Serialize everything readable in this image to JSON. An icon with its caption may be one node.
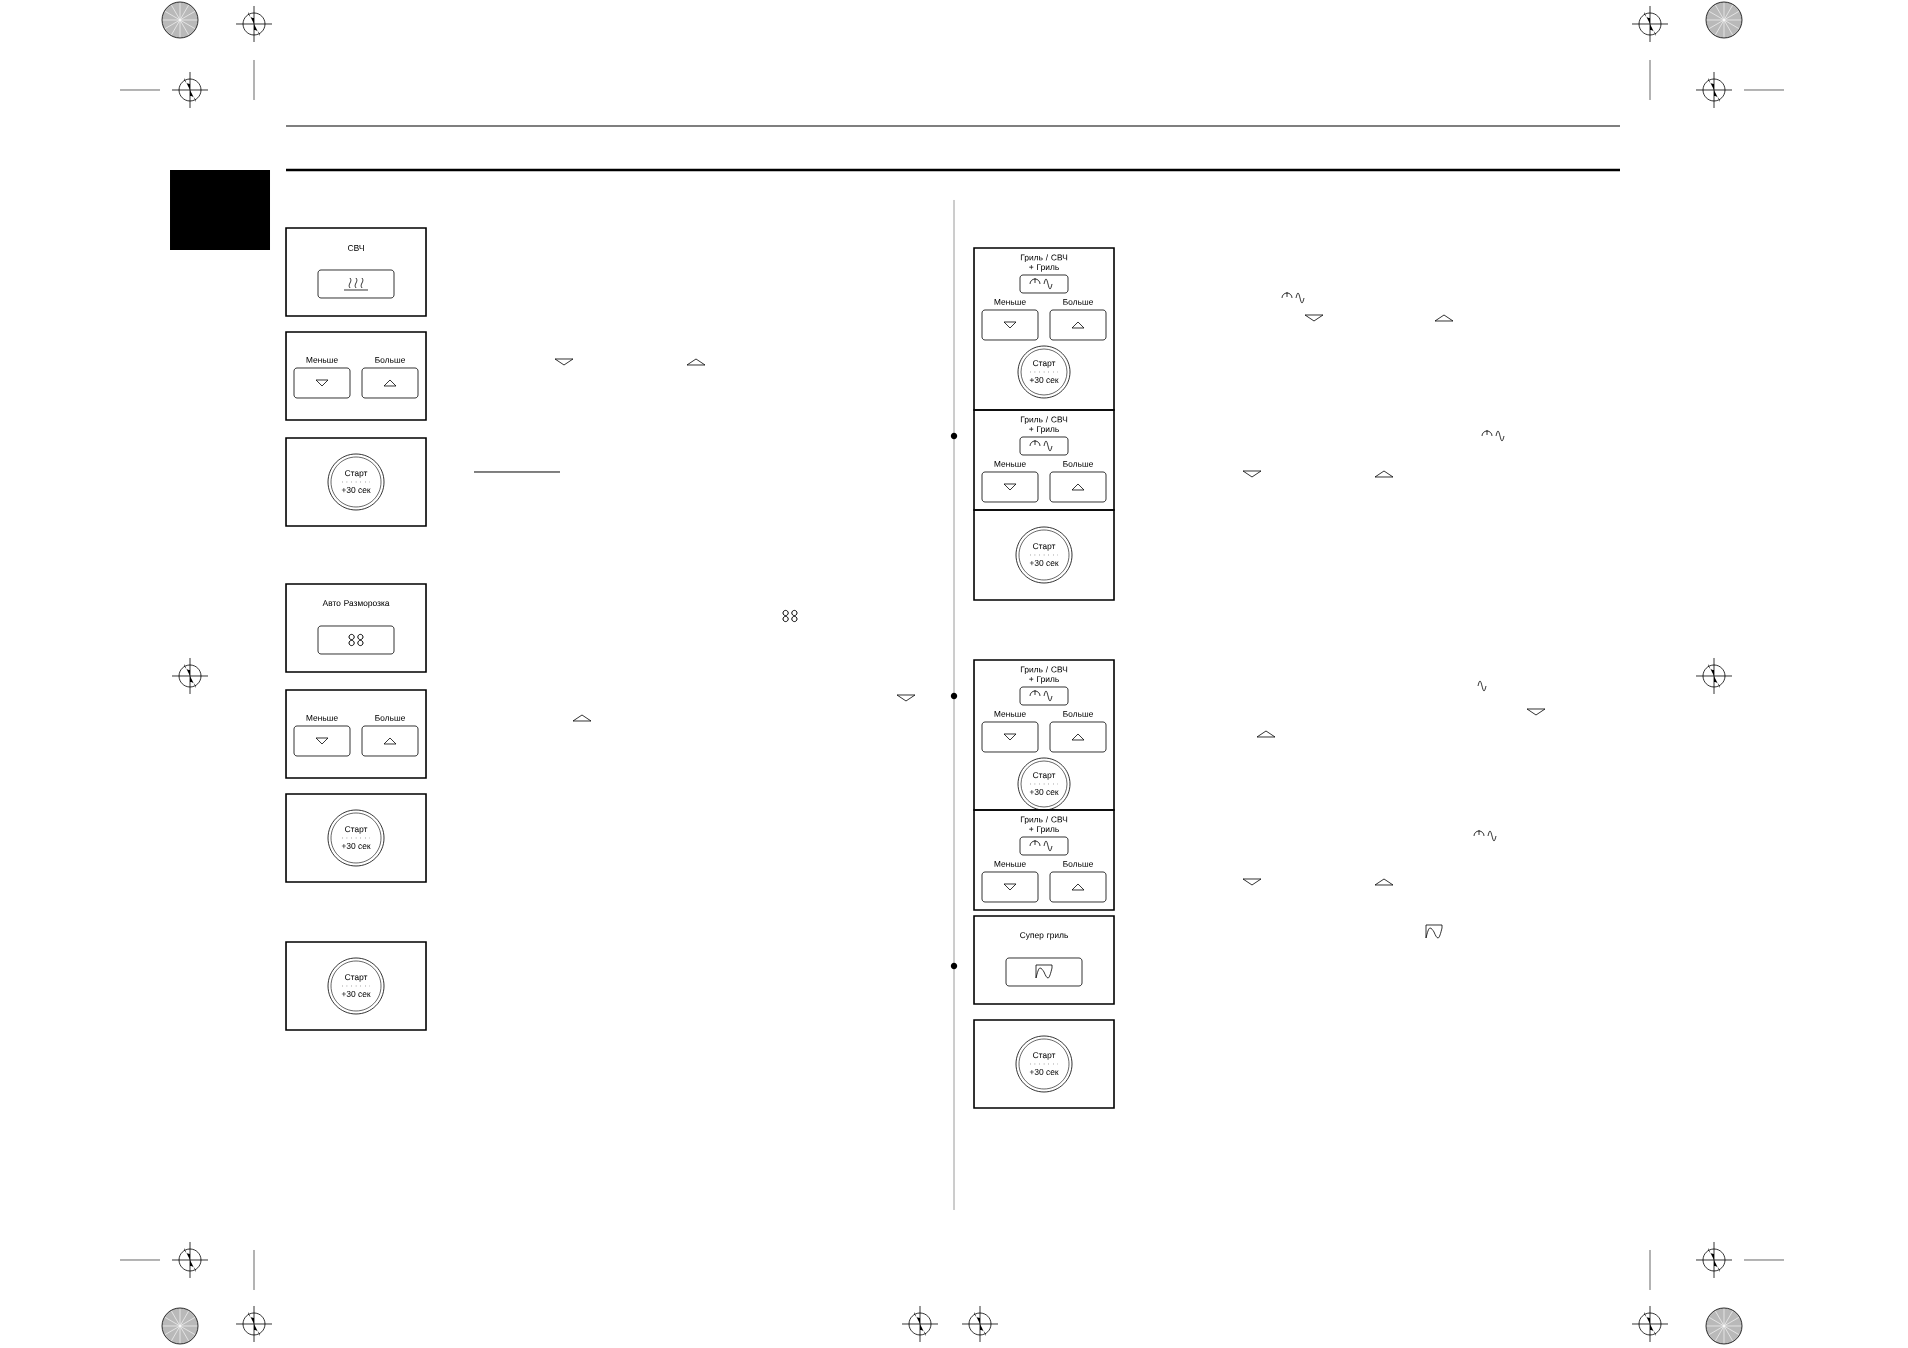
{
  "diagram": {
    "nodes": [
      {
        "text": [
          "СВЧ"
        ]
      },
      {
        "text": [
          "Меньше",
          "Больше"
        ]
      },
      {
        "text": [
          "Старт",
          "+30 сек"
        ]
      },
      {
        "text": [
          "Авто Разморозка"
        ]
      },
      {
        "text": [
          "Меньше",
          "Больше"
        ]
      },
      {
        "text": [
          "Старт",
          "+30 сек"
        ]
      },
      {
        "text": [
          "Старт",
          "+30 сек"
        ]
      },
      {
        "text": [
          "Гриль / СВЧ + Гриль",
          "Меньше",
          "Больше",
          "Старт",
          "+30 сек"
        ]
      },
      {
        "text": [
          "Гриль / СВЧ + Гриль",
          "Меньше",
          "Больше"
        ]
      },
      {
        "text": [
          "Старт",
          "+30 сек"
        ]
      },
      {
        "text": [
          "Гриль / СВЧ + Гриль",
          "Меньше",
          "Больше",
          "Старт",
          "+30 сек"
        ]
      },
      {
        "text": [
          "Гриль / СВЧ + Гриль",
          "Меньше",
          "Больше"
        ]
      },
      {
        "text": [
          "Супер гриль"
        ]
      },
      {
        "text": [
          "Старт",
          "+30 сек"
        ]
      }
    ]
  }
}
